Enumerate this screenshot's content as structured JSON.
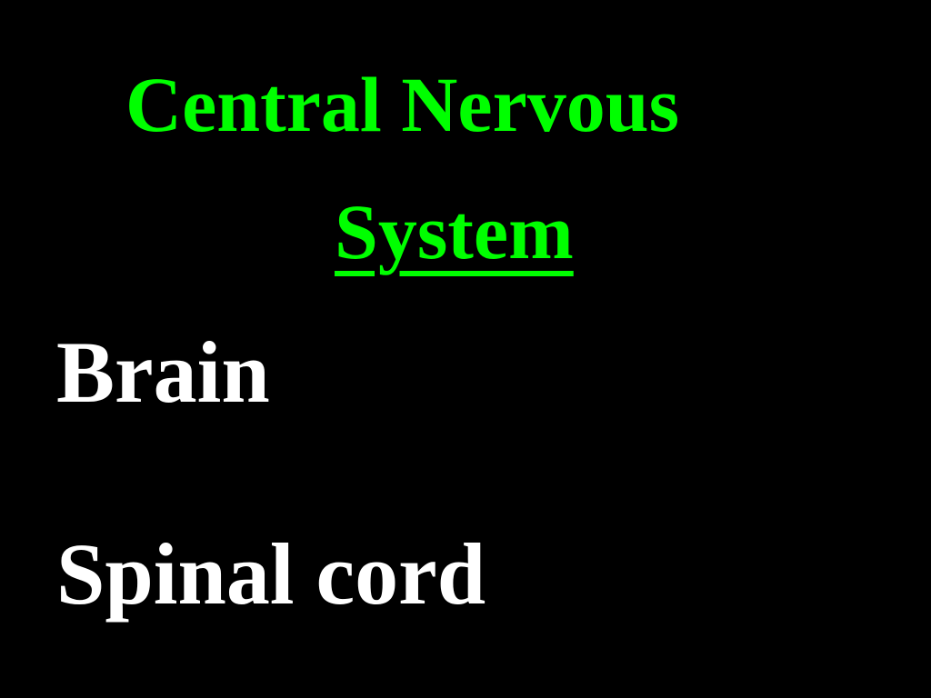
{
  "slide": {
    "title_line_1": "Central Nervous",
    "title_line_2": "System",
    "items": [
      {
        "label": "Brain"
      },
      {
        "label": "Spinal cord"
      }
    ]
  },
  "colors": {
    "background": "#000000",
    "title": "#00ff00",
    "body_text": "#ffffff"
  }
}
